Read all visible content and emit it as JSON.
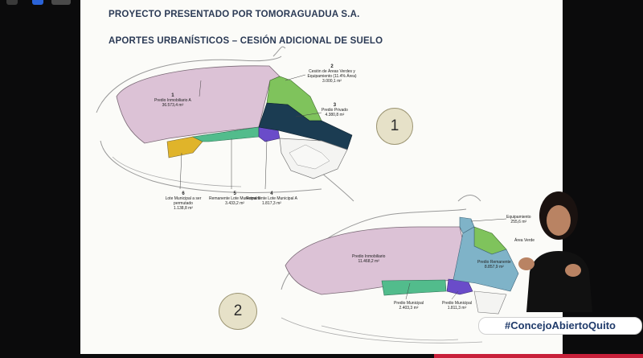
{
  "slide": {
    "title_line1": "PROYECTO PRESENTADO POR TOMORAGUADUA S.A.",
    "title_line2": "APORTES URBANÍSTICOS – CESIÓN ADICIONAL DE SUELO"
  },
  "map1": {
    "badge": "1",
    "labels": [
      {
        "num": "1",
        "name": "Predio Inmobiliario A",
        "area": "36.573,4 m²"
      },
      {
        "num": "2",
        "name": "Cesión de Áreas Verdes y Equipamiento (11.4% Área)",
        "area": "3.000,1 m²"
      },
      {
        "num": "3",
        "name": "Predio Privado",
        "area": "4.380,8 m²"
      },
      {
        "num": "4",
        "name": "Remanente Lote Municipal A",
        "area": "1.817,3 m²"
      },
      {
        "num": "5",
        "name": "Remanente Lote Municipal B",
        "area": "3.433,2 m²"
      },
      {
        "num": "6",
        "name": "Lote Municipal a ser permutado",
        "area": "1.138,8 m²"
      }
    ]
  },
  "map2": {
    "badge": "2",
    "labels": [
      {
        "name": "Predio Inmobiliario",
        "area": "11.468,2 m²"
      },
      {
        "name": "Equipamiento",
        "area": "255,6 m²"
      },
      {
        "name": "Área Verde",
        "area": ""
      },
      {
        "name": "Predio Remanente",
        "area": "8.857,9 m²"
      },
      {
        "name": "Predio Municipal",
        "area": "2.403,3 m²"
      },
      {
        "name": "Predio Municipal",
        "area": "1.811,3 m²"
      }
    ]
  },
  "broadcast": {
    "hashtag": "#ConcejoAbiertoQuito"
  },
  "colors": {
    "inmobiliario": "#dcc2d6",
    "verde": "#7fc35c",
    "privado": "#1b3c52",
    "municipal_a": "#6a4cc9",
    "municipal_b": "#52bc8c",
    "permuta": "#e0b42a",
    "remanente": "#7fb3c8",
    "badge_fill": "#e6e1c8",
    "hashtag_text": "#1f3a6a",
    "bar_red": "#c8203a"
  }
}
